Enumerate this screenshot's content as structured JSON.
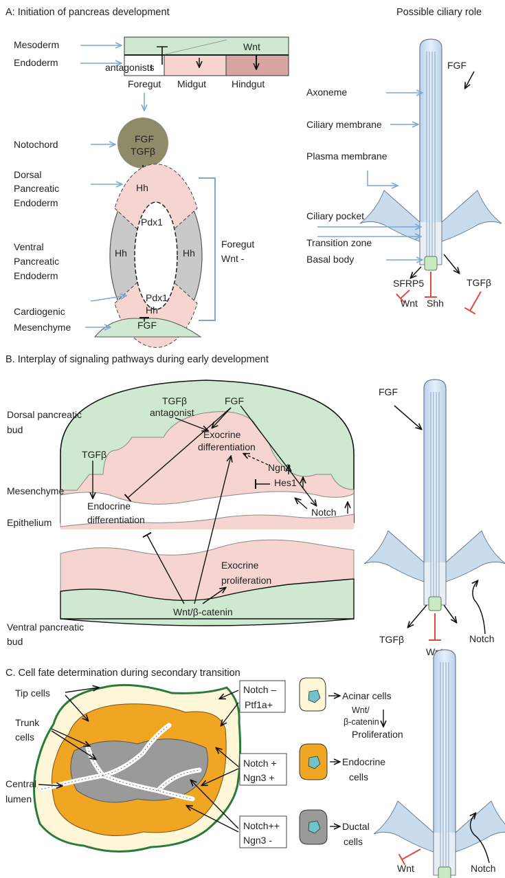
{
  "panelA": {
    "title": "A: Initiation of pancreas development",
    "ciliary_title": "Possible ciliary role",
    "left": {
      "mesoderm": "Mesoderm",
      "endoderm": "Endoderm",
      "wnt": "Wnt",
      "antagonists": "antagonists",
      "foregut": "Foregut",
      "midgut": "Midgut",
      "hindgut": "Hindgut",
      "notochord": "Notochord",
      "fgf": "FGF",
      "tgfb": "TGFβ",
      "hh_top": "Hh",
      "dorsal_line1": "Dorsal",
      "dorsal_line2": "Pancreatic",
      "dorsal_line3": "Endoderm",
      "pdx1_top": "Pdx1",
      "hh_left": "Hh",
      "hh_right": "Hh",
      "ventral_line1": "Ventral",
      "ventral_line2": "Pancreatic",
      "ventral_line3": "Endoderm",
      "pdx1_bottom": "Pdx1",
      "hh_bottom": "Hh",
      "cardio_line1": "Cardiogenic",
      "cardio_line2": "Mesenchyme",
      "fgf_bottom": "FGF",
      "foregut_wnt_line1": "Foregut",
      "foregut_wnt_line2": "Wnt -"
    },
    "cilium": {
      "fgf": "FGF",
      "axoneme": "Axoneme",
      "ciliary_membrane": "Ciliary membrane",
      "plasma_membrane": "Plasma membrane",
      "ciliary_pocket": "Ciliary pocket",
      "transition_zone": "Transition zone",
      "basal_body": "Basal body",
      "sfrp5": "SFRP5",
      "tgfb": "TGFβ",
      "wnt": "Wnt",
      "shh": "Shh"
    }
  },
  "panelB": {
    "title": "B. Interplay of signaling pathways during early development",
    "dorsal_bud_line1": "Dorsal pancreatic",
    "dorsal_bud_line2": "bud",
    "mesenchyme": "Mesenchyme",
    "epithelium": "Epithelium",
    "ventral_bud_line1": "Ventral pancreatic",
    "ventral_bud_line2": "bud",
    "tgfb_antagonist_line1": "TGFβ",
    "tgfb_antagonist_line2": "antagonist",
    "fgf": "FGF",
    "tgfb": "TGFβ",
    "exocrine_diff_line1": "Exocrine",
    "exocrine_diff_line2": "differentiation",
    "ngn3": "Ngn3",
    "hes1": "Hes1",
    "notch": "Notch",
    "endocrine_diff_line1": "Endocrine",
    "endocrine_diff_line2": "differentiation",
    "exocrine_prolif_line1": "Exocrine",
    "exocrine_prolif_line2": "proliferation",
    "wnt_bcat": "Wnt/β-catenin",
    "cilium": {
      "fgf": "FGF",
      "tgfb": "TGFβ",
      "notch": "Notch",
      "wnt": "Wnt"
    }
  },
  "panelC": {
    "title": "C. Cell fate determination during secondary transition",
    "tip_cells": "Tip cells",
    "trunk_line1": "Trunk",
    "trunk_line2": "cells",
    "central_line1": "Central",
    "central_line2": "lumen",
    "box1_line1": "Notch –",
    "box1_line2": "Ptf1a+",
    "box2_line1": "Notch +",
    "box2_line2": "Ngn3 +",
    "box3_line1": "Notch++",
    "box3_line2": "Ngn3 -",
    "acinar": "Acinar cells",
    "wnt_bcat_line1": "Wnt/",
    "wnt_bcat_line2": "β-catenin",
    "proliferation": "Proliferation",
    "endocrine_line1": "Endocrine",
    "endocrine_line2": "cells",
    "ductal_line1": "Ductal",
    "ductal_line2": "cells",
    "cilium": {
      "wnt": "Wnt",
      "notch": "Notch"
    }
  },
  "colors": {
    "mesoderm_green": "#cfe8d2",
    "endoderm_pink": "#f6d4d0",
    "hindgut_dark": "#d9a5a2",
    "notochord": "#8f8a68",
    "gray_ring": "#c9c9c9",
    "cilium_blue": "#cfe1f1",
    "blue_arrow": "#7ba7d4",
    "red_inhib": "#e2483d",
    "acinar_cream": "#fdf7d8",
    "endocrine_orange": "#f0a623",
    "ductal_gray": "#9a9a9a",
    "nucleus_teal": "#6fc3c9"
  }
}
